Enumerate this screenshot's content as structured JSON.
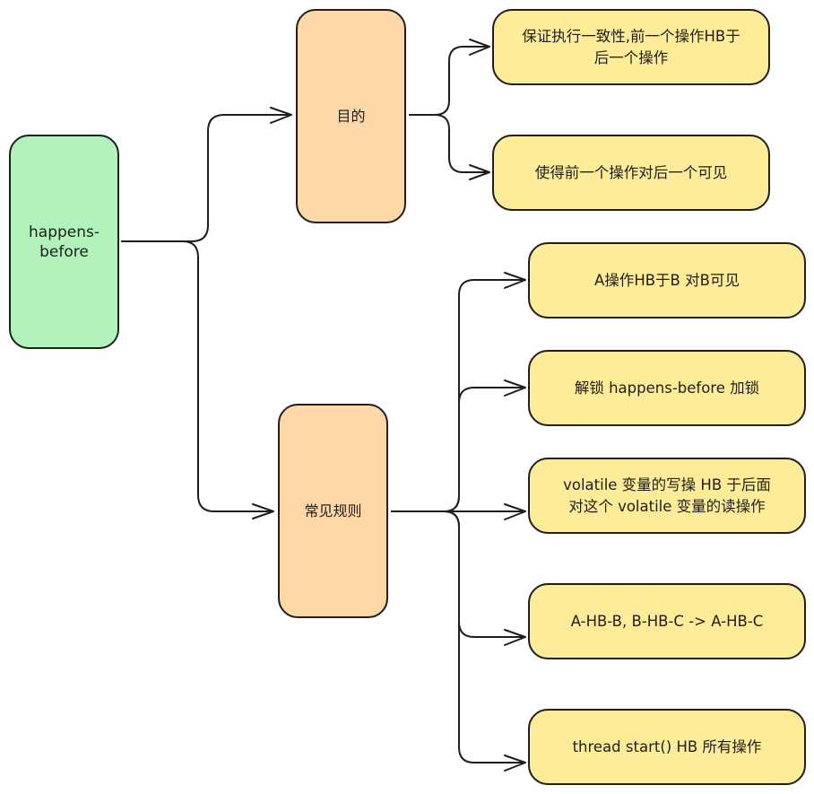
{
  "diagram": {
    "title": "happens-before",
    "colors": {
      "root_fill": "#b2f2bb",
      "branch_fill": "#ffd8a8",
      "leaf_fill": "#ffec99",
      "stroke": "#1e1e1e"
    },
    "root": {
      "label": "happens-\nbefore"
    },
    "branches": [
      {
        "label": "目的",
        "children": [
          {
            "label": "保证执行一致性,前一个操作HB于\n后一个操作"
          },
          {
            "label": "使得前一个操作对后一个可见"
          }
        ]
      },
      {
        "label": "常见规则",
        "children": [
          {
            "label": "A操作HB于B 对B可见"
          },
          {
            "label": "解锁 happens-before 加锁"
          },
          {
            "label": "volatile 变量的写操 HB 于后面\n对这个 volatile 变量的读操作"
          },
          {
            "label": "A-HB-B, B-HB-C -> A-HB-C"
          },
          {
            "label": "thread start() HB 所有操作"
          }
        ]
      }
    ]
  }
}
